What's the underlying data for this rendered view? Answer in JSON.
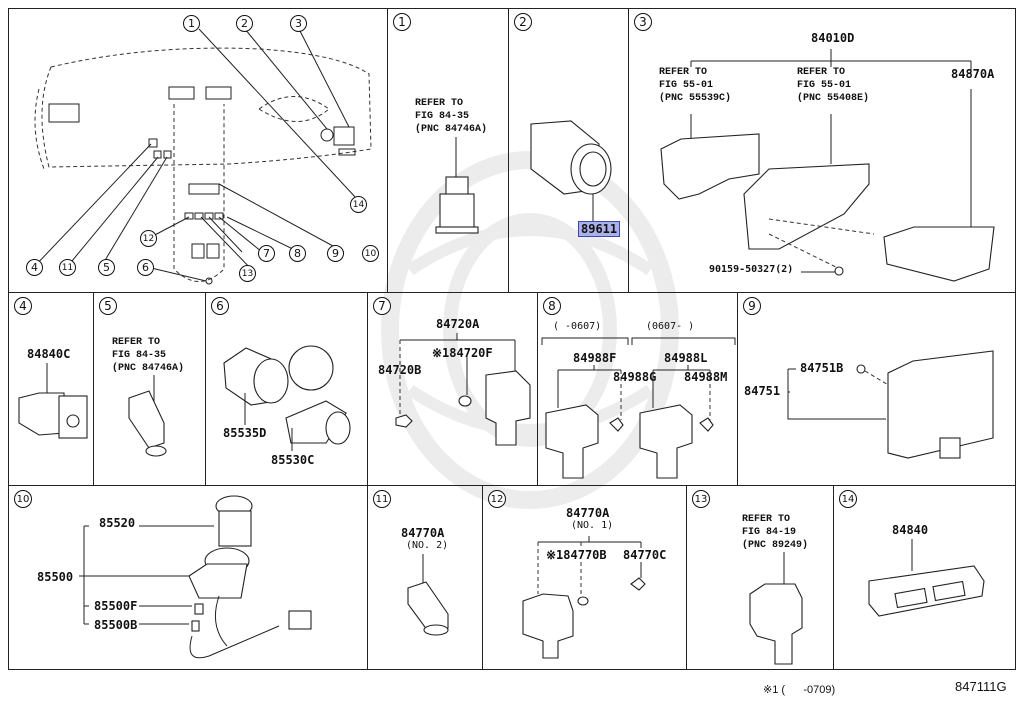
{
  "figure_code": "847111G",
  "footnote": "※1 (      -0709)",
  "highlight_color": "#aab0e8",
  "overview": {
    "callouts": [
      "1",
      "2",
      "3",
      "4",
      "5",
      "6",
      "7",
      "8",
      "9",
      "10",
      "11",
      "12",
      "13",
      "14"
    ]
  },
  "cells": {
    "c1": {
      "num": "1",
      "ref": "REFER TO\nFIG 84-35\n(PNC 84746A)"
    },
    "c2": {
      "num": "2",
      "part": "89611"
    },
    "c3": {
      "num": "3",
      "assembly": "84010D",
      "ref_a": "REFER TO\nFIG 55-01\n(PNC 55539C)",
      "ref_b": "REFER TO\nFIG 55-01\n(PNC 55408E)",
      "part_a": "84870A",
      "screw": "90159-50327(2)"
    },
    "c4": {
      "num": "4",
      "part": "84840C"
    },
    "c5": {
      "num": "5",
      "ref": "REFER TO\nFIG 84-35\n(PNC 84746A)"
    },
    "c6": {
      "num": "6",
      "part_a": "85535D",
      "part_b": "85530C"
    },
    "c7": {
      "num": "7",
      "assembly": "84720A",
      "part_a": "※184720F",
      "part_b": "84720B"
    },
    "c8": {
      "num": "8",
      "range_a": "(      -0607)",
      "range_b": "(0607-      )",
      "assy_a": "84988F",
      "sub_a": "84988G",
      "assy_b": "84988L",
      "sub_b": "84988M"
    },
    "c9": {
      "num": "9",
      "assembly": "84751",
      "part": "84751B"
    },
    "c10": {
      "num": "10",
      "part_top": "85520",
      "assembly": "85500",
      "part_f": "85500F",
      "part_b": "85500B"
    },
    "c11": {
      "num": "11",
      "part": "84770A",
      "note": "(NO. 2)"
    },
    "c12": {
      "num": "12",
      "assembly": "84770A",
      "note": "(NO. 1)",
      "part_a": "※184770B",
      "part_b": "84770C"
    },
    "c13": {
      "num": "13",
      "ref": "REFER TO\nFIG 84-19\n(PNC 89249)"
    },
    "c14": {
      "num": "14",
      "part": "84840"
    }
  }
}
